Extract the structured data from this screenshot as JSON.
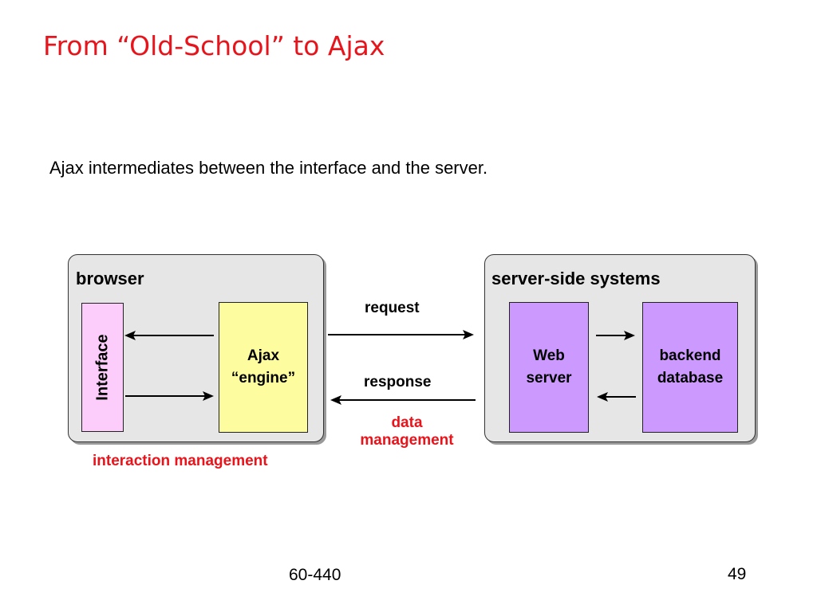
{
  "slide": {
    "title": "From “Old-School” to Ajax",
    "subtitle": "Ajax intermediates between the interface and the server."
  },
  "browser": {
    "label": "browser",
    "interface_label": "Interface",
    "engine_line1": "Ajax",
    "engine_line2": "“engine”",
    "caption": "interaction management"
  },
  "server": {
    "label": "server-side systems",
    "web_line1": "Web",
    "web_line2": "server",
    "db_line1": "backend",
    "db_line2": "database"
  },
  "links": {
    "request": "request",
    "response": "response",
    "data_line1": "data",
    "data_line2": "management"
  },
  "footer": {
    "course": "60-440",
    "page": "49"
  },
  "colors": {
    "title": "#e8141b",
    "interface_fill": "#fccdfa",
    "engine_fill": "#fdfda0",
    "server_fill": "#cc99ff",
    "group_fill": "#e6e6e6"
  }
}
